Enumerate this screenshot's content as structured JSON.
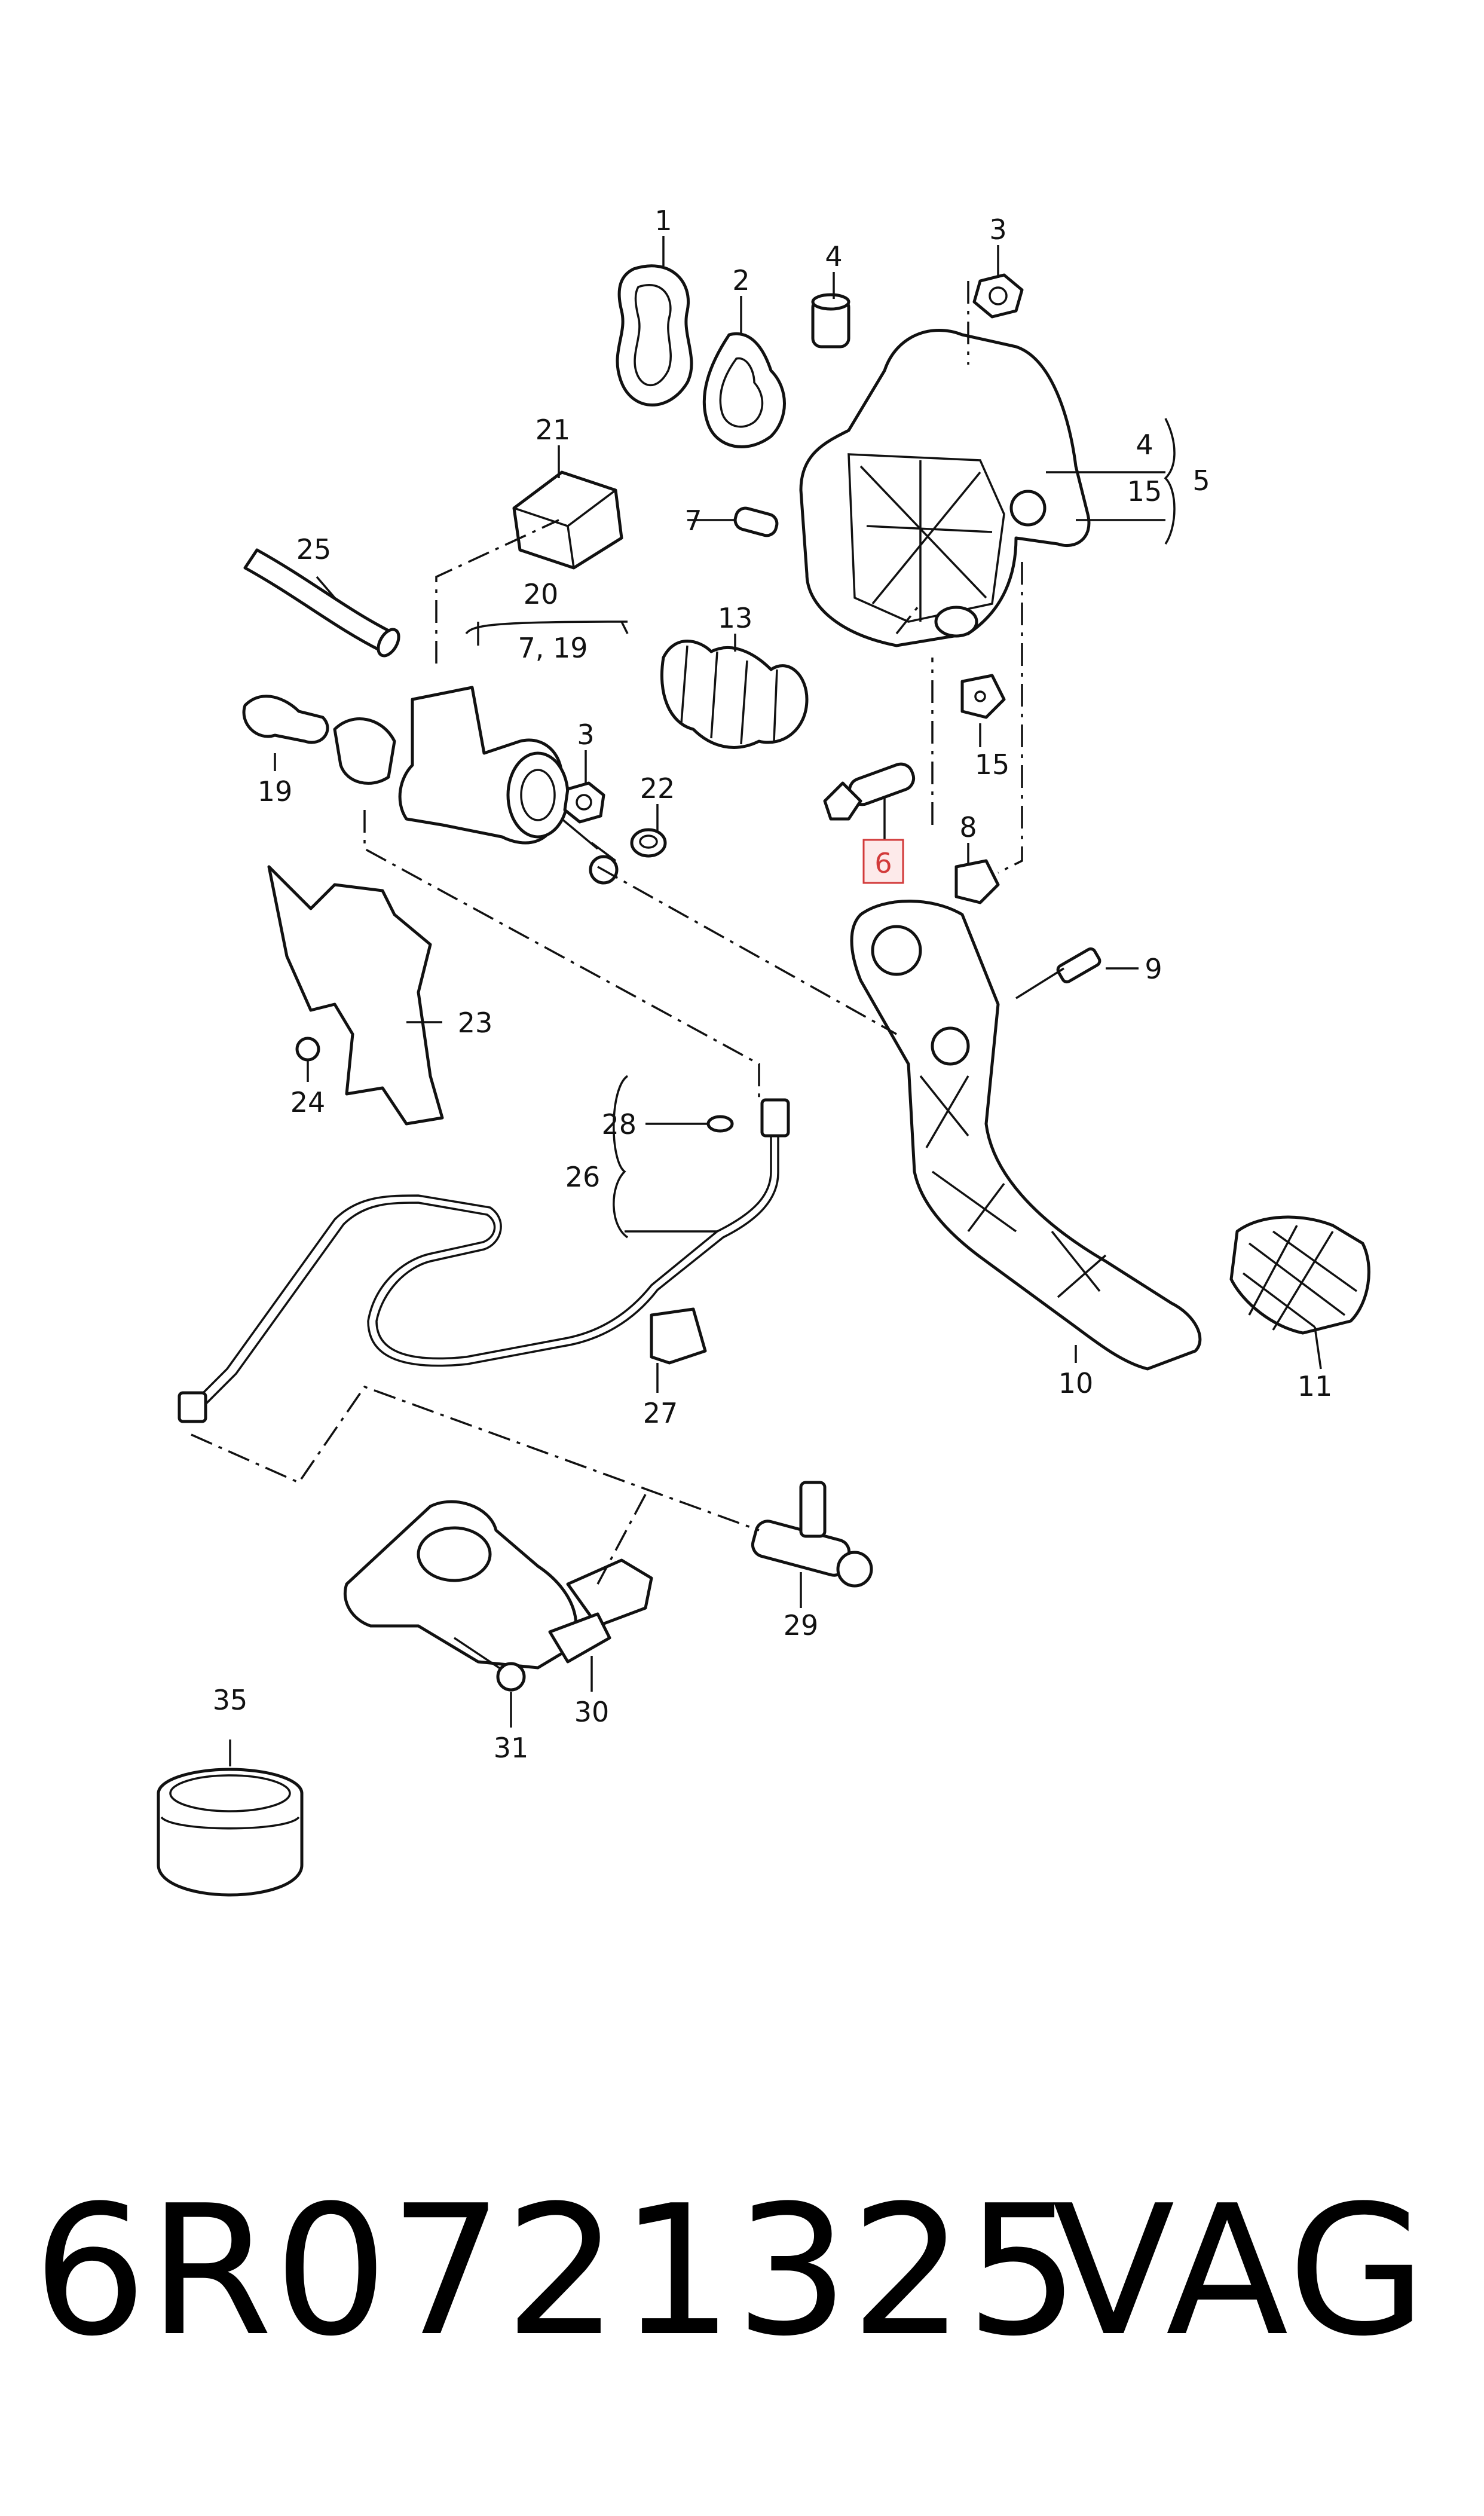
{
  "diagram": {
    "callouts": [
      {
        "id": "1",
        "text": "1"
      },
      {
        "id": "2",
        "text": "2"
      },
      {
        "id": "3a",
        "text": "3"
      },
      {
        "id": "3b",
        "text": "3"
      },
      {
        "id": "4a",
        "text": "4"
      },
      {
        "id": "4b",
        "text": "4"
      },
      {
        "id": "5",
        "text": "5"
      },
      {
        "id": "6",
        "text": "6",
        "highlighted": true
      },
      {
        "id": "7",
        "text": "7"
      },
      {
        "id": "7-19",
        "text": "7, 19"
      },
      {
        "id": "8",
        "text": "8"
      },
      {
        "id": "9",
        "text": "9"
      },
      {
        "id": "10",
        "text": "10"
      },
      {
        "id": "11",
        "text": "11"
      },
      {
        "id": "13",
        "text": "13"
      },
      {
        "id": "15a",
        "text": "15"
      },
      {
        "id": "15b",
        "text": "15"
      },
      {
        "id": "19",
        "text": "19"
      },
      {
        "id": "20",
        "text": "20"
      },
      {
        "id": "21",
        "text": "21"
      },
      {
        "id": "22",
        "text": "22"
      },
      {
        "id": "23",
        "text": "23"
      },
      {
        "id": "24",
        "text": "24"
      },
      {
        "id": "25",
        "text": "25"
      },
      {
        "id": "26",
        "text": "26"
      },
      {
        "id": "27",
        "text": "27"
      },
      {
        "id": "28",
        "text": "28"
      },
      {
        "id": "29",
        "text": "29"
      },
      {
        "id": "30",
        "text": "30"
      },
      {
        "id": "31",
        "text": "31"
      },
      {
        "id": "35",
        "text": "35"
      }
    ],
    "highlight_color": "#d23a3a",
    "highlight_fill": "#fdeaea"
  },
  "footer": {
    "part_number": "6R0721325",
    "brand": "VAG"
  }
}
